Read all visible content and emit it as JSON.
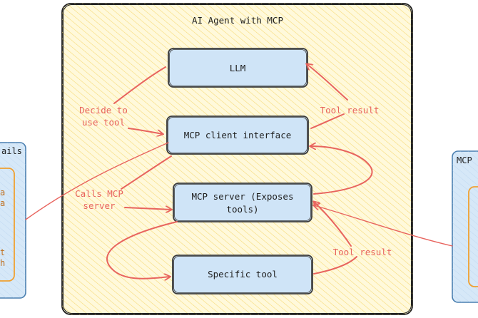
{
  "diagram": {
    "title": "AI Agent with MCP",
    "nodes": {
      "llm": "LLM",
      "mcp_client": "MCP client interface",
      "mcp_server_line1": "MCP server (Exposes",
      "mcp_server_line2": "tools)",
      "specific_tool": "Specific tool"
    },
    "edge_labels": {
      "decide_line1": "Decide to",
      "decide_line2": "use tool",
      "calls_line1": "Calls MCP",
      "calls_line2": "server",
      "tool_result_upper": "Tool result",
      "tool_result_lower": "Tool result"
    },
    "left_panel": {
      "title_fragment": "ails",
      "inner_fragments": [
        "a",
        "a",
        "t",
        "h"
      ]
    },
    "right_panel": {
      "title_fragment": "MCP"
    }
  },
  "colors": {
    "frame_fill": "#fff9db",
    "hatch": "#f5d76e",
    "box_fill": "#cfe4f7",
    "box_stroke": "#3a3a3a",
    "arrow": "#e8645e",
    "panel_fill": "#d6e8f8",
    "panel_stroke": "#4a7fb0",
    "inner_panel_stroke": "#f0a030"
  }
}
